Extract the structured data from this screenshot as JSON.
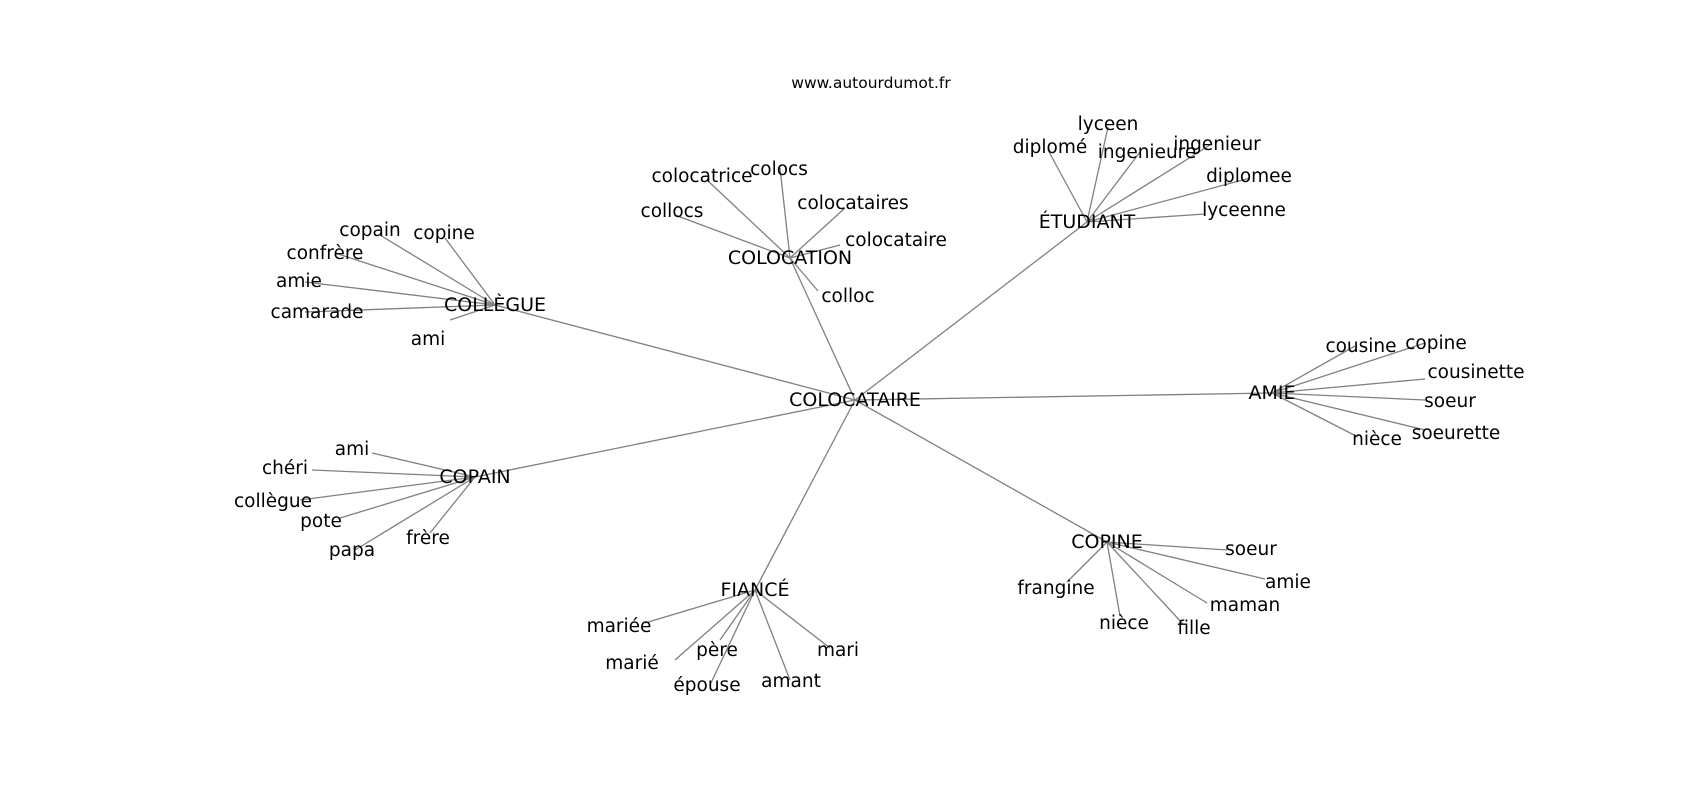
{
  "source": "www.autourdumot.fr",
  "center": "COLOCATAIRE",
  "clusters": [
    {
      "hub": "COLLÈGUE",
      "leaves": [
        "copain",
        "copine",
        "confrère",
        "amie",
        "camarade",
        "ami"
      ]
    },
    {
      "hub": "COLOCATION",
      "leaves": [
        "colocatrice",
        "colocs",
        "collocs",
        "colocataires",
        "colocataire",
        "colloc"
      ]
    },
    {
      "hub": "ÉTUDIANT",
      "leaves": [
        "lyceen",
        "diplomé",
        "ingenieure",
        "ingenieur",
        "diplomee",
        "lyceenne"
      ]
    },
    {
      "hub": "AMIE",
      "leaves": [
        "cousine",
        "copine",
        "cousinette",
        "soeur",
        "soeurette",
        "nièce"
      ]
    },
    {
      "hub": "COPAIN",
      "leaves": [
        "ami",
        "chéri",
        "collègue",
        "pote",
        "papa",
        "frère"
      ]
    },
    {
      "hub": "COPINE",
      "leaves": [
        "soeur",
        "frangine",
        "amie",
        "maman",
        "nièce",
        "fille"
      ]
    },
    {
      "hub": "FIANCÉ",
      "leaves": [
        "mariée",
        "marié",
        "père",
        "épouse",
        "amant",
        "mari"
      ]
    }
  ]
}
